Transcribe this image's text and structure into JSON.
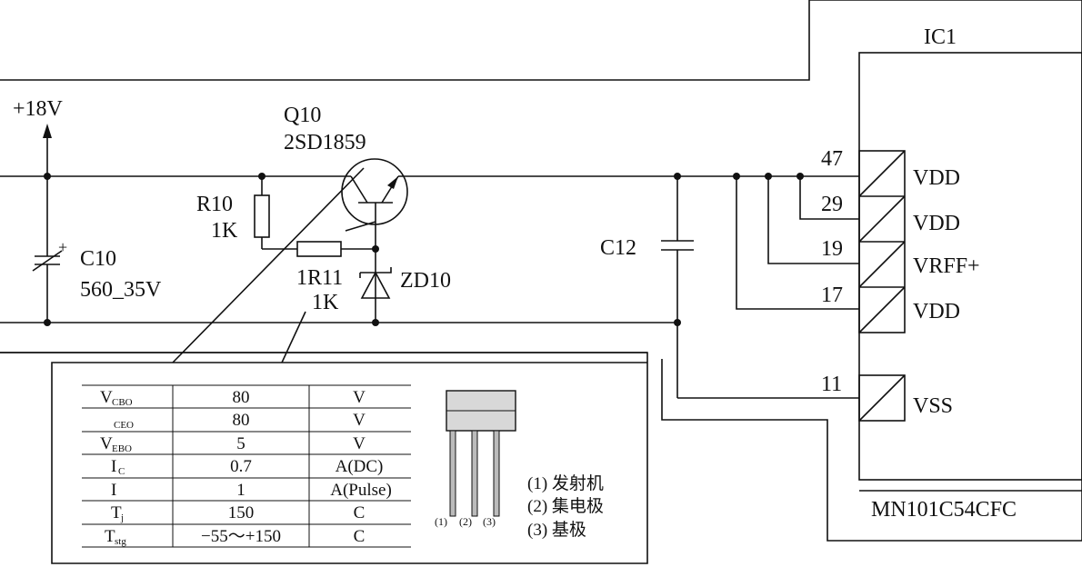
{
  "labels": {
    "supply": "+18V",
    "q10_ref": "Q10",
    "q10_part": "2SD1859",
    "r10_ref": "R10",
    "r10_val": "1K",
    "r11_ref": "1R11",
    "r11_val": "1K",
    "zd10": "ZD10",
    "c10_ref": "C10",
    "c10_val": "560_35V",
    "c12": "C12",
    "ic_ref": "IC1",
    "ic_part": "MN101C54CFC"
  },
  "ic_pins": [
    {
      "num": "47",
      "name": "VDD"
    },
    {
      "num": "29",
      "name": "VDD"
    },
    {
      "num": "19",
      "name": "VRFF+"
    },
    {
      "num": "17",
      "name": "VDD"
    },
    {
      "num": "11",
      "name": "VSS"
    }
  ],
  "ratings_table": [
    {
      "param": "V",
      "sub": "CBO",
      "value": "80",
      "unit": "V"
    },
    {
      "param": "",
      "sub": "CEO",
      "value": "80",
      "unit": "V"
    },
    {
      "param": "V",
      "sub": "EBO",
      "value": "5",
      "unit": "V"
    },
    {
      "param": "I",
      "sub": "C",
      "value": "0.7",
      "unit": "A(DC)"
    },
    {
      "param": "I",
      "sub": "",
      "value": "1",
      "unit": "A(Pulse)"
    },
    {
      "param": "T",
      "sub": "j",
      "value": "150",
      "unit": "C"
    },
    {
      "param": "T",
      "sub": "stg",
      "value": "−55～+150",
      "unit": "C"
    }
  ],
  "package": {
    "pin_labels": [
      "(1)",
      "(2)",
      "(3)"
    ],
    "legend": [
      "(1) 发射机",
      "(2) 集电极",
      "(3) 基极"
    ]
  }
}
